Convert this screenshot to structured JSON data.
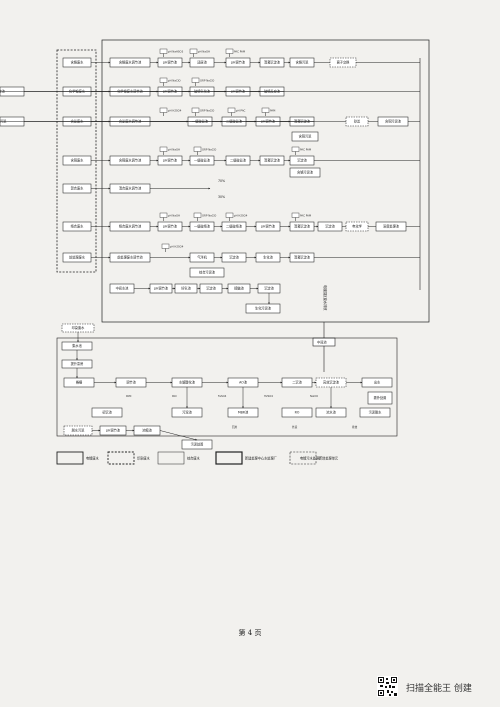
{
  "page": {
    "page_number": "第 4 页"
  },
  "watermark": {
    "text": "扫描全能王 创建"
  },
  "sources_upper": [
    "含铬废水",
    "化学镍废水",
    "含氰废水",
    "含铜废水",
    "混合废水",
    "络合废水",
    "前处理废水"
  ],
  "treatment_lines": {
    "chromium": {
      "tank": "含铬废水调节池",
      "steps": [
        "pH调节池",
        "还原池",
        "pH调节池",
        "混凝沉淀池",
        "含铬污泥"
      ],
      "chemicals": [
        "pH",
        "NaHSO3",
        "pH",
        "NaOH",
        "PAC",
        "PAM"
      ],
      "extra": "离子交换"
    },
    "nickel": {
      "tank": "化学镍废水调节池",
      "steps": [
        "pH调节池",
        "破络氧化池",
        "pH调节池",
        "破络反应池",
        "沉淀池"
      ],
      "chemicals": [
        "pH",
        "NaClO",
        "ORP",
        "NaClO"
      ]
    },
    "cyanide": {
      "tank": "含氰废水调节池",
      "steps": [
        "一级破氰池",
        "二级破氰池",
        "pH调节池",
        "混凝沉淀池",
        "含氰污泥"
      ],
      "chemicals": [
        "pH",
        "H2SO4",
        "ORP",
        "NaClO",
        "pH",
        "PAC",
        "PAM"
      ],
      "extra": [
        "砂滤",
        "含铜污泥池"
      ]
    },
    "copper": {
      "tank": "含铜废水调节池",
      "steps": [
        "pH调节池",
        "一级破氰池",
        "二级破氰池",
        "混凝沉淀池",
        "沉淀池"
      ],
      "chemicals": [
        "pH",
        "NaOH",
        "ORP",
        "NaClO",
        "PAC",
        "PAM"
      ],
      "extra": [
        "含铜污泥",
        "含铬污泥池"
      ]
    },
    "mixed": {
      "tank": "混合废水调节池"
    },
    "complex": {
      "tank": "络合废水调节池",
      "steps": [
        "pH调节池",
        "一级破络池",
        "二级破络池",
        "pH调节池",
        "混凝沉淀池",
        "沉淀池"
      ],
      "chemicals": [
        "pH",
        "NaOH",
        "ORP",
        "NaClO",
        "pH",
        "H2SO4",
        "PAC",
        "PAM"
      ],
      "extra": [
        "电化学",
        "深度处理池"
      ]
    },
    "pretreatment": {
      "tank": "前处理废水调节池",
      "steps": [
        "气浮机",
        "沉淀池",
        "生化池",
        "混凝沉淀池"
      ],
      "chemicals": [
        "pH",
        "H2SO4"
      ],
      "extra": "综合污泥池"
    },
    "integrated": {
      "tank": "中间水池",
      "steps": [
        "pH调节池",
        "好氧池",
        "沉淀池",
        "接触池",
        "沉淀池"
      ],
      "extra": "生化污泥池"
    }
  },
  "ratios": [
    "70%",
    "30%"
  ],
  "outlet": {
    "label": "电镀园区废水排放",
    "connector": "中间池"
  },
  "lower_system": {
    "source": "印染废水",
    "collect": "集水池",
    "lift": "提升泵房",
    "main_steps": [
      "格栅",
      "调节池",
      "水解酸化池",
      "AO池",
      "二沉池",
      "高效沉淀池",
      "出水"
    ],
    "side_steps": [
      "初沉池",
      "污泥池",
      "MBR池",
      "RO",
      "浓水池",
      "污泥脱水"
    ],
    "sludge": [
      "脱水污泥",
      "pH调节池",
      "浓缩池",
      "污泥处置"
    ],
    "chemicals": [
      "PAM",
      "PAC",
      "FeSO4",
      "H2SO4",
      "NaClO"
    ],
    "labels_small": [
      "回用",
      "外运",
      "排放"
    ],
    "disposal": "委外处置"
  },
  "legend": [
    {
      "style": "solid-heavy",
      "label": "电镀废水"
    },
    {
      "style": "dashed-heavy",
      "label": "印染废水"
    },
    {
      "style": "solid-light",
      "label": "综合废水"
    },
    {
      "style": "solid-thick",
      "label": "新建处理中心水处理厂"
    },
    {
      "style": "dashed-light",
      "label": "新增处理单元"
    }
  ],
  "legend_extra": "电镀污水处理厂"
}
